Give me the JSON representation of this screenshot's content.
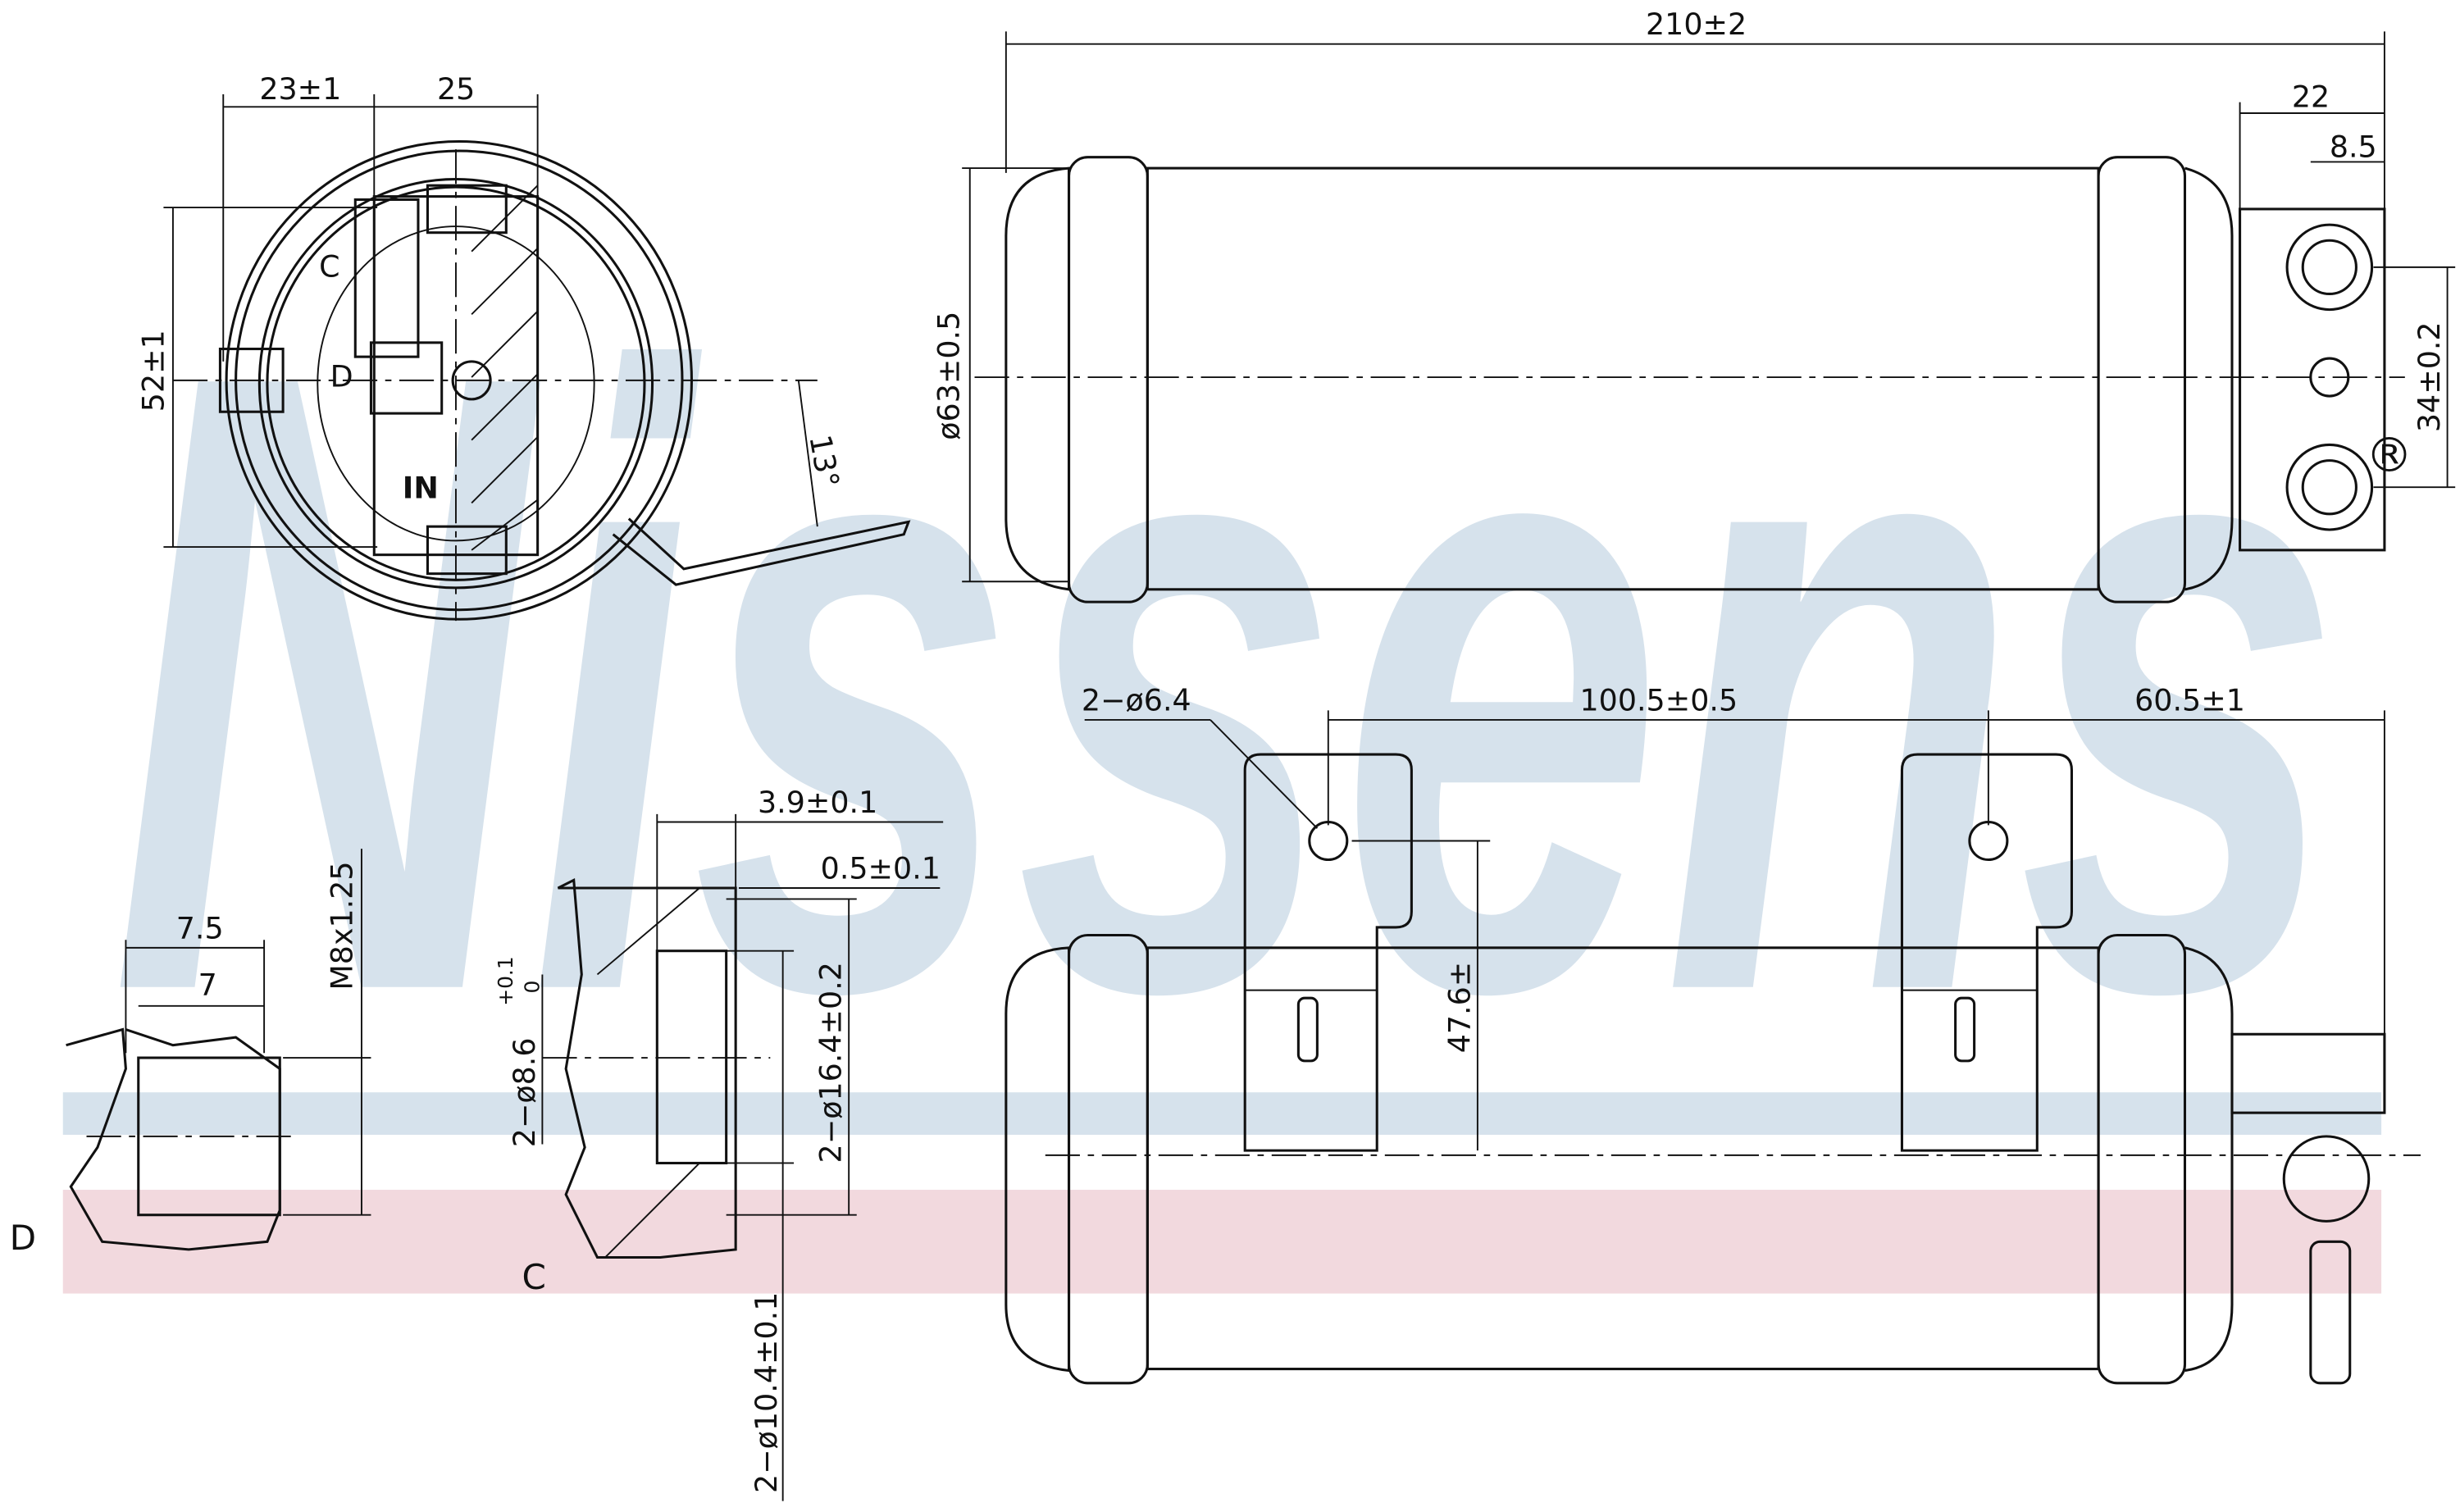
{
  "title": "Receiver drier technical drawing",
  "watermark": {
    "logo_text": "Nissens",
    "registered_mark": "®",
    "color": "#d6e2ec",
    "band_blue": "#d6e2ec",
    "band_pink": "#f2d9de"
  },
  "end_view": {
    "dim_width_left": "23±1",
    "dim_width_right": "25",
    "dim_height": "52±1",
    "angle": "13°",
    "port_c": "C",
    "port_d": "D",
    "port_in": "IN"
  },
  "side_view": {
    "length": "210±2",
    "diameter": "ø63±0.5",
    "fitting_width": "22",
    "fitting_offset": "8.5",
    "port_spacing": "34±0.2"
  },
  "bottom_view": {
    "holes": "2−ø6.4",
    "hole_spacing": "100.5±0.5",
    "hole_end_offset": "60.5±1",
    "bracket_height": "47.6±"
  },
  "detail_d": {
    "label": "D",
    "length_outer": "7.5",
    "length_inner": "7",
    "thread": "M8x1.25"
  },
  "detail_c": {
    "label": "C",
    "depth": "3.9±0.1",
    "lip": "0.5±0.1",
    "bore": "2−ø8.6",
    "bore_tol_upper": "+0.1",
    "bore_tol_lower": "0",
    "outer_diameter": "2−ø16.4±0.2",
    "seat_diameter": "2−ø10.4±0.1"
  }
}
